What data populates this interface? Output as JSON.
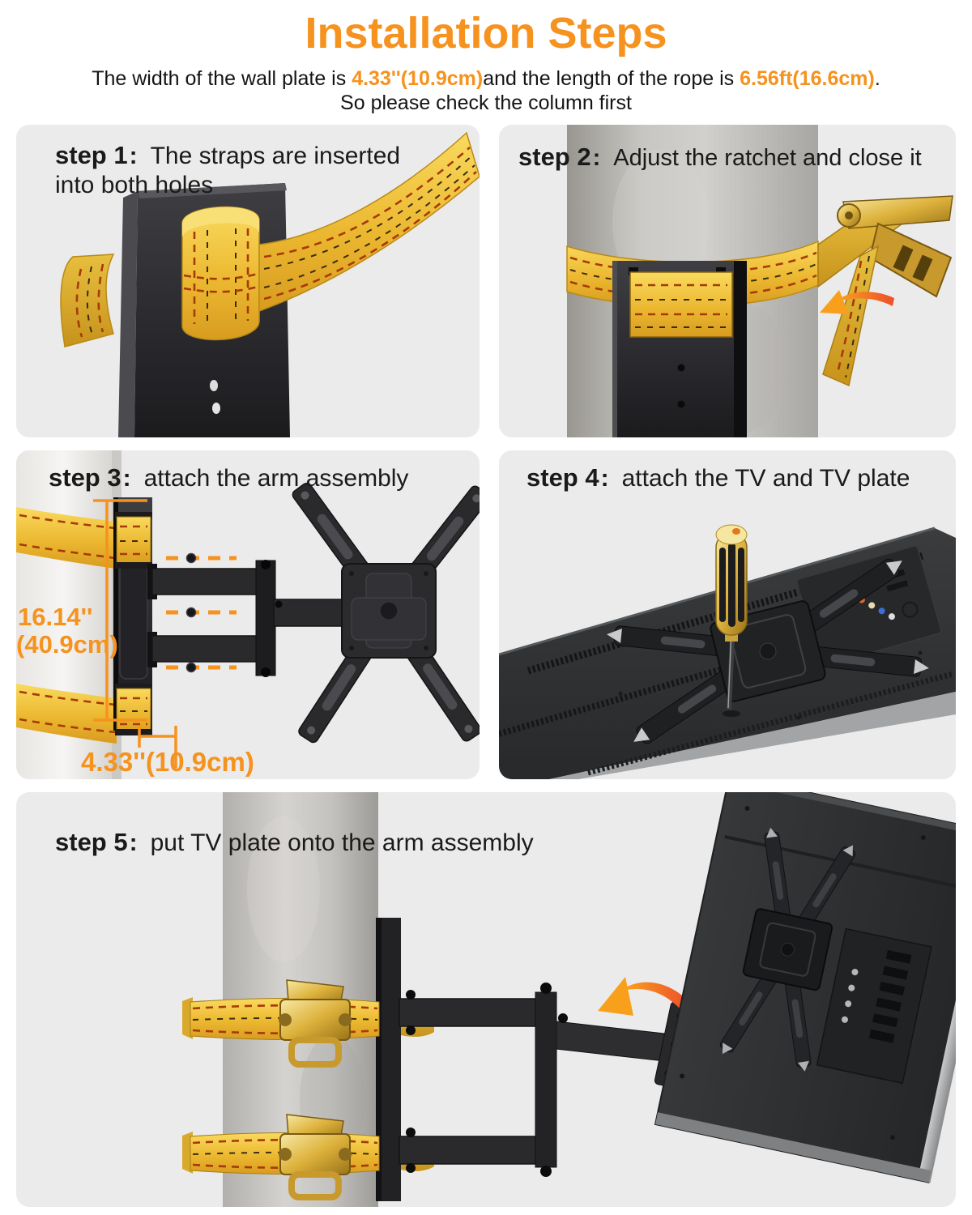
{
  "header": {
    "title": "Installation Steps",
    "subtitle": {
      "part1": "The width of the wall plate is ",
      "highlight1": "4.33''(10.9cm)",
      "part2": "and the length of the rope is ",
      "highlight2": "6.56ft(16.6cm)",
      "part3": ".",
      "line2": "So please check the column first"
    }
  },
  "steps": {
    "step1": {
      "label": "step 1",
      "colon": ":",
      "text": "The straps are inserted into both holes"
    },
    "step2": {
      "label": "step 2",
      "colon": ":",
      "text": "Adjust the ratchet and close it"
    },
    "step3": {
      "label": "step 3",
      "colon": ":",
      "text": "attach the arm assembly",
      "measure_height_in": "16.14''",
      "measure_height_cm": "(40.9cm)",
      "measure_width": "4.33''(10.9cm)"
    },
    "step4": {
      "label": "step 4",
      "colon": ":",
      "text": "attach the TV and TV plate"
    },
    "step5": {
      "label": "step 5",
      "colon": ":",
      "text": "put TV plate onto the arm assembly"
    }
  },
  "colors": {
    "accent_orange": "#F6921E",
    "strap_yellow": "#EDBE38",
    "stitch_red": "#A63A08",
    "ratchet_gold": "#C9992E",
    "panel_bg": "#EBEBEB",
    "pole_gray": "#BDBBB8",
    "metal_black": "#232326",
    "tv_dark": "#2E3032",
    "text_black": "#1A1A1A"
  }
}
